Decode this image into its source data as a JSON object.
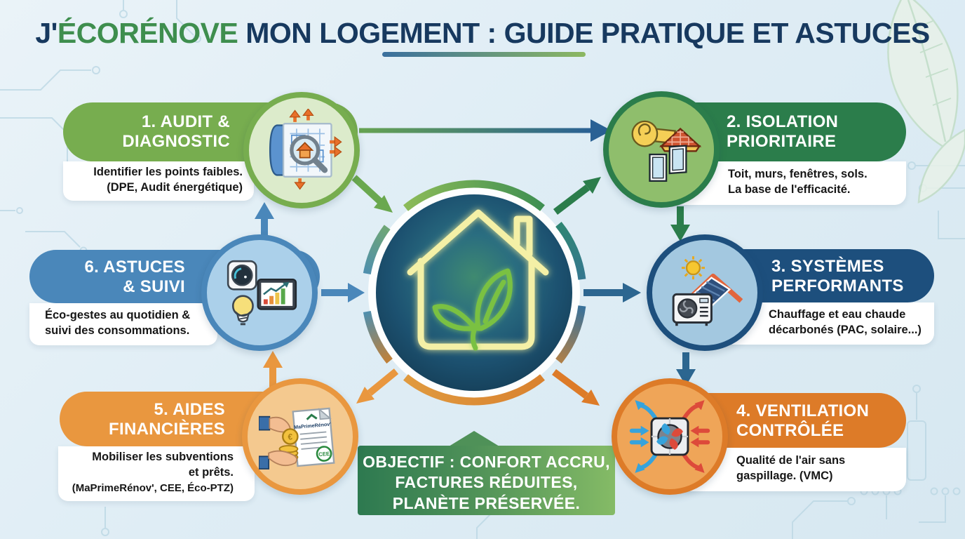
{
  "title": {
    "part1": "J'",
    "highlight": "ÉCORÉNOVE",
    "part2": " MON LOGEMENT : GUIDE PRATIQUE ET ASTUCES"
  },
  "steps": [
    {
      "title_lines": [
        "1. AUDIT &",
        "DIAGNOSTIC"
      ],
      "desc_lines": [
        "Identifier les points faibles.",
        "(DPE, Audit énergétique)"
      ],
      "color": "#77ad4f",
      "icon": "blueprint-magnifier-icon"
    },
    {
      "title_lines": [
        "2. ISOLATION",
        "PRIORITAIRE"
      ],
      "desc_lines": [
        "Toit, murs, fenêtres, sols.",
        "La base de l'efficacité."
      ],
      "color": "#2b7d4b",
      "icon": "insulation-roof-windows-icon"
    },
    {
      "title_lines": [
        "3. SYSTÈMES",
        "PERFORMANTS"
      ],
      "desc_lines": [
        "Chauffage et eau chaude",
        "décarbonés (PAC, solaire...)"
      ],
      "color": "#1d4f7d",
      "icon": "heat-pump-solar-icon"
    },
    {
      "title_lines": [
        "4. VENTILATION",
        "CONTRÔLÉE"
      ],
      "desc_lines": [
        "Qualité de l'air sans",
        "gaspillage. (VMC)"
      ],
      "color": "#dd7b28",
      "icon": "vmc-heat-exchanger-icon"
    },
    {
      "title_lines": [
        "5. AIDES",
        "FINANCIÈRES"
      ],
      "desc_lines": [
        "Mobiliser les subventions",
        "et prêts.",
        "(MaPrimeRénov', CEE, Éco-PTZ)"
      ],
      "color": "#e9973f",
      "icon": "hands-coins-grant-icon"
    },
    {
      "title_lines": [
        "6. ASTUCES",
        "& SUIVI"
      ],
      "desc_lines": [
        "Éco-gestes au quotidien &",
        "suivi des consommations."
      ],
      "color": "#4a87ba",
      "icon": "thermostat-bulb-chart-icon"
    }
  ],
  "step5_document": {
    "title": "MaPrimeRénov'",
    "badge": "CEE"
  },
  "objective": {
    "lines": [
      "OBJECTIF : CONFORT ACCRU,",
      "FACTURES RÉDUITES,",
      "PLANÈTE PRÉSERVÉE."
    ]
  },
  "center": {
    "icon": "neon-eco-house-icon"
  },
  "palette": {
    "title_navy": "#17395f",
    "title_green": "#3e8e4e",
    "green_light": "#77ad4f",
    "green_dark": "#2b7d4b",
    "navy": "#1d4f7d",
    "orange_dark": "#dd7b28",
    "orange_light": "#e9973f",
    "blue": "#4a87ba",
    "banner_gradient": [
      "#2d7950",
      "#85bb66"
    ]
  }
}
